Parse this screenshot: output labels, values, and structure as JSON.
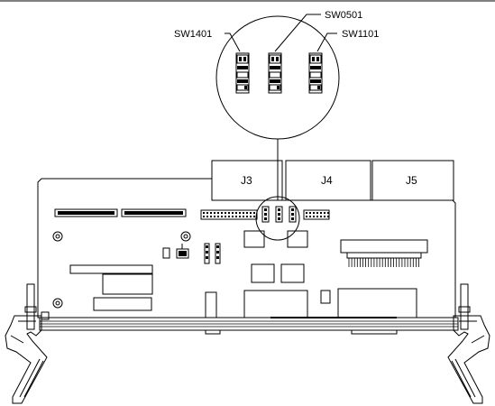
{
  "callouts": {
    "left": "SW1401",
    "middle": "SW0501",
    "right": "SW1101"
  },
  "connectors": [
    "J3",
    "J4",
    "J5"
  ]
}
